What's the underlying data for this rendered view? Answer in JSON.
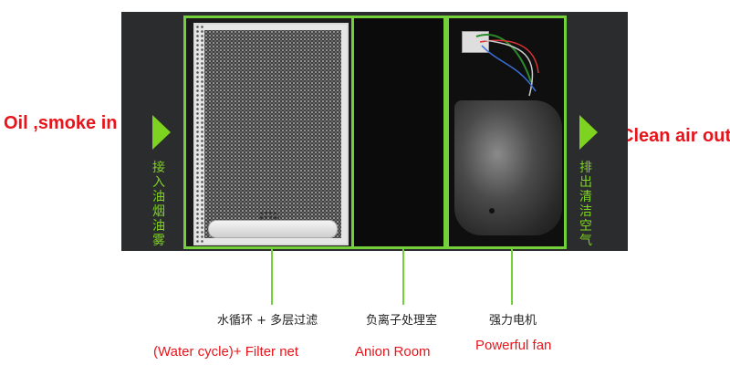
{
  "side_labels": {
    "input": "Oil ,smoke in",
    "output": "Clean air out"
  },
  "panel_labels": {
    "input_vertical": "接入油烟油雾",
    "output_vertical": "排出清洁空气"
  },
  "components": [
    {
      "cn": "水循环 + 多层过滤",
      "en": "(Water cycle)+ Filter net"
    },
    {
      "cn": "负离子处理室",
      "en": "Anion Room"
    },
    {
      "cn": "强力电机",
      "en": "Powerful fan"
    }
  ],
  "colors": {
    "accent_green": "#7ed321",
    "label_red": "#e8141b",
    "panel_bg": "#2b2c2d"
  },
  "icons": {
    "inlet_arrow": "triangle-right-icon",
    "outlet_arrow": "triangle-right-icon"
  }
}
